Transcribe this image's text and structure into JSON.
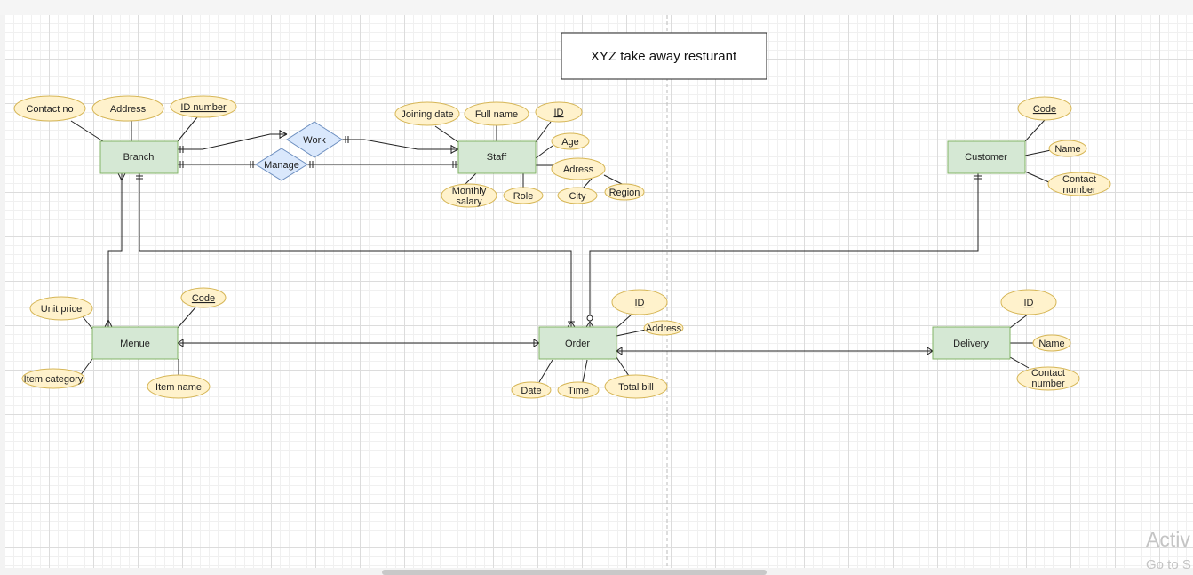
{
  "title": "XYZ take away resturant",
  "watermark": {
    "line1": "Activ",
    "line2": "Go to S"
  },
  "entities": {
    "branch": "Branch",
    "staff": "Staff",
    "customer": "Customer",
    "menue": "Menue",
    "order": "Order",
    "delivery": "Delivery"
  },
  "relationships": {
    "work": "Work",
    "manage": "Manage"
  },
  "attributes": {
    "branch_contact": "Contact no",
    "branch_address": "Address",
    "branch_id": "ID number",
    "staff_joining": "Joining date",
    "staff_fullname": "Full name",
    "staff_id": "ID",
    "staff_age": "Age",
    "staff_adress": "Adress",
    "staff_city": "City",
    "staff_region": "Region",
    "staff_role": "Role",
    "staff_salary_1": "Monthly",
    "staff_salary_2": "salary",
    "customer_code": "Code",
    "customer_name": "Name",
    "customer_contact_1": "Contact",
    "customer_contact_2": "number",
    "menue_unitprice": "Unit price",
    "menue_code": "Code",
    "menue_category": "Item category",
    "menue_itemname": "Item name",
    "order_id": "ID",
    "order_address": "Address",
    "order_date": "Date",
    "order_time": "Time",
    "order_totalbill": "Total bill",
    "delivery_id": "ID",
    "delivery_name": "Name",
    "delivery_contact_1": "Contact",
    "delivery_contact_2": "number"
  },
  "colors": {
    "entity_fill": "#d5e8d4",
    "entity_stroke": "#82b366",
    "attribute_fill": "#fff2cc",
    "attribute_stroke": "#d6b656",
    "relationship_fill": "#dae8fc",
    "relationship_stroke": "#6c8ebf"
  }
}
